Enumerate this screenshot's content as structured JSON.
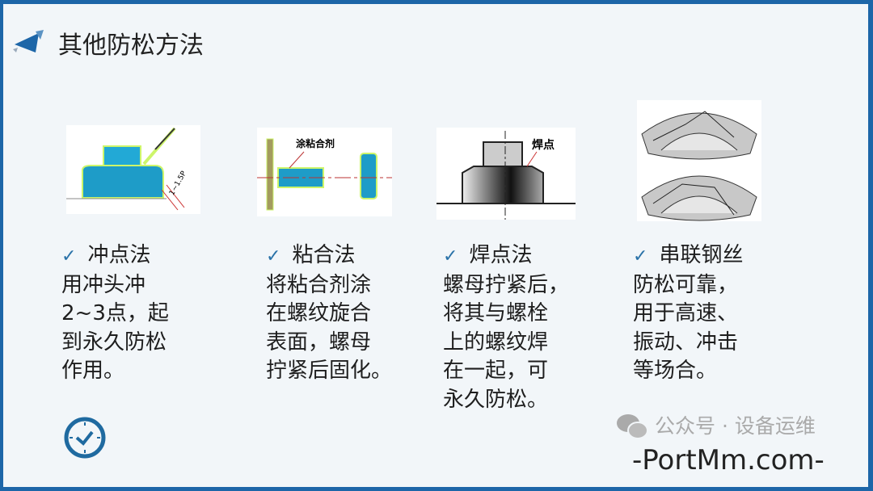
{
  "title": "其他防松方法",
  "columns": [
    {
      "heading": "冲点法",
      "body": "用冲头冲\n2~3点，起\n到永久防松\n作用。"
    },
    {
      "heading": "粘合法",
      "body": "将粘合剂涂\n在螺纹旋合\n表面，螺母\n拧紧后固化。"
    },
    {
      "heading": "焊点法",
      "body": "螺母拧紧后，\n将其与螺栓\n上的螺纹焊\n在一起，可\n永久防松。"
    },
    {
      "heading": "串联钢丝",
      "body": "防松可靠，\n用于高速、\n振动、冲击\n等场合。"
    }
  ],
  "figures": {
    "punch_label": "1~1.5P",
    "glue_label": "涂粘合剂",
    "weld_label": "焊点"
  },
  "check_mark": "✓",
  "watermark": {
    "cn": "公众号 · 设备运维",
    "en": "-PortMm.com-"
  },
  "colors": {
    "frame": "#1d66a8",
    "accent": "#2a72a8",
    "part": "#22a9d6"
  }
}
